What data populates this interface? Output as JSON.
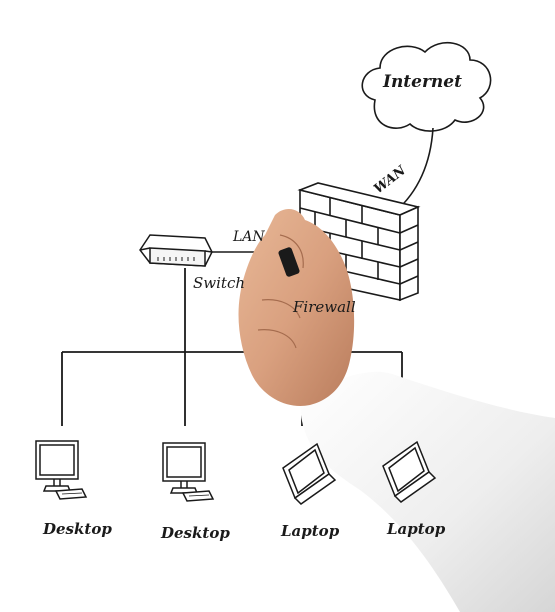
{
  "labels": {
    "internet": "Internet",
    "wan": "WAN",
    "lan": "LAN",
    "switch": "Switch",
    "firewall": "Firewall",
    "desktop_1": "Desktop",
    "desktop_2": "Desktop",
    "laptop_1": "Laptop",
    "laptop_2": "Laptop"
  },
  "icons": [
    "cloud-icon",
    "switch-icon",
    "firewall-icon",
    "desktop-icon",
    "laptop-icon",
    "hand-with-marker"
  ],
  "colors": {
    "background": "#ffffff",
    "ink": "#1a1a1a",
    "skin": "#d9a07f",
    "sleeve": "#f2f2f2"
  }
}
